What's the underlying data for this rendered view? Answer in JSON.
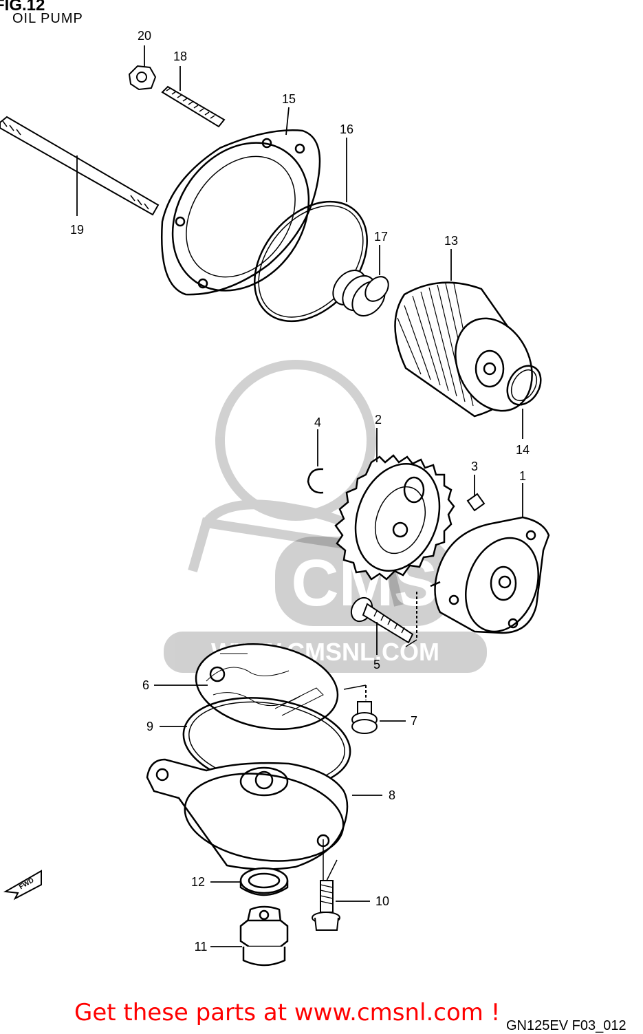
{
  "header": {
    "figure_label": "FIG.12",
    "title": "OIL PUMP"
  },
  "callouts": {
    "c1": "1",
    "c2": "2",
    "c3": "3",
    "c4": "4",
    "c5": "5",
    "c6": "6",
    "c7": "7",
    "c8": "8",
    "c9": "9",
    "c10": "10",
    "c11": "11",
    "c12": "12",
    "c13": "13",
    "c14": "14",
    "c15": "15",
    "c16": "16",
    "c17": "17",
    "c18": "18",
    "c19": "19",
    "c20": "20"
  },
  "watermark": {
    "text": "WWW.CMSNL.COM",
    "brand": "CMS"
  },
  "direction_badge": "FWD",
  "footer": {
    "link_text": "Get these parts at www.cmsnl.com !",
    "link_color": "#ff0000",
    "drawing_code": "GN125EV F03_012"
  }
}
